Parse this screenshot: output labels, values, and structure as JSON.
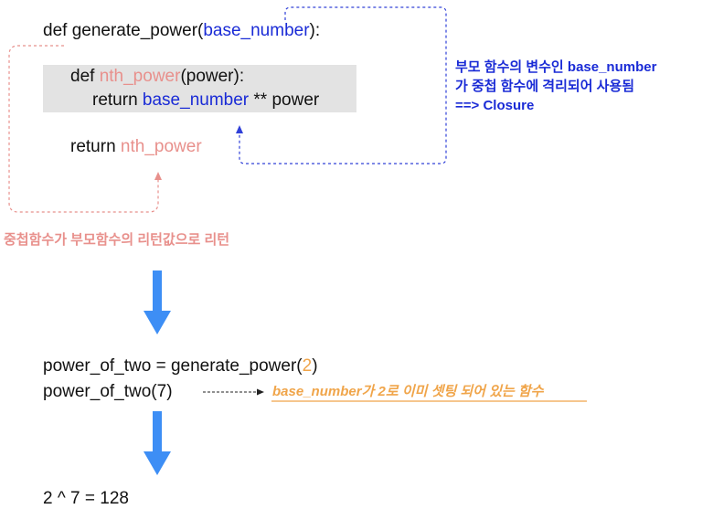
{
  "code": {
    "def_line": {
      "prefix": "def generate_power(",
      "param": "base_number",
      "suffix": "):"
    },
    "inner_def": {
      "prefix": "def ",
      "name": "nth_power",
      "suffix": "(power):"
    },
    "inner_return": {
      "prefix": "return ",
      "var": "base_number",
      "suffix": " ** power"
    },
    "outer_return": {
      "prefix": "return ",
      "name": "nth_power"
    }
  },
  "annotations": {
    "closure_note": [
      "부모 함수의 변수인 base_number",
      "가 중첩 함수에 격리되어 사용됨",
      "==> Closure"
    ],
    "return_note": "중첩함수가 부모함수의 리턴값으로 리턴",
    "preset_note": "base_number가 2로 이미 셋팅 되어 있는 함수"
  },
  "usage": {
    "assign_line": {
      "prefix": "power_of_two = generate_power(",
      "arg": "2",
      "suffix": ")"
    },
    "call_line": "power_of_two(7)"
  },
  "result": "2 ^ 7 = 128",
  "colors": {
    "blue": "#1a2bd6",
    "pink": "#e8908c",
    "orange": "#f0a54a",
    "arrow_blue": "#3d8ef5",
    "highlight": "#e3e3e3"
  }
}
